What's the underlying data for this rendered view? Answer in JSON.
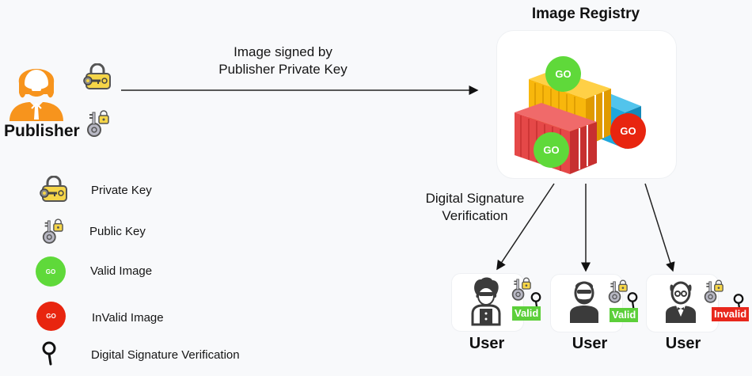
{
  "publisher": {
    "label": "Publisher"
  },
  "signing_arrow": {
    "label_line1": "Image signed by",
    "label_line2": "Publisher Private Key"
  },
  "registry": {
    "title": "Image Registry",
    "images": [
      {
        "text": "GO",
        "status": "valid"
      },
      {
        "text": "GO",
        "status": "valid"
      },
      {
        "text": "GO",
        "status": "invalid"
      }
    ]
  },
  "verification": {
    "label_line1": "Digital Signature",
    "label_line2": "Verification"
  },
  "users": [
    {
      "label": "User",
      "result": "Valid",
      "result_color": "#5ccf3a"
    },
    {
      "label": "User",
      "result": "Valid",
      "result_color": "#5ccf3a"
    },
    {
      "label": "User",
      "result": "Invalid",
      "result_color": "#e8271c"
    }
  ],
  "legend": [
    {
      "icon": "private-key-icon",
      "label": "Private Key"
    },
    {
      "icon": "public-key-icon",
      "label": "Public Key"
    },
    {
      "icon": "valid-image-icon",
      "label": "Valid Image",
      "text": "GO"
    },
    {
      "icon": "invalid-image-icon",
      "label": "InValid Image",
      "text": "GO"
    },
    {
      "icon": "magnifier-icon",
      "label": "Digital Signature Verification"
    }
  ],
  "colors": {
    "valid": "#5fd93a",
    "invalid": "#e8250f",
    "publisher": "#f7941d",
    "container_yellow": "#f8b70c",
    "container_red": "#e54848",
    "container_blue": "#1ea7dc"
  }
}
